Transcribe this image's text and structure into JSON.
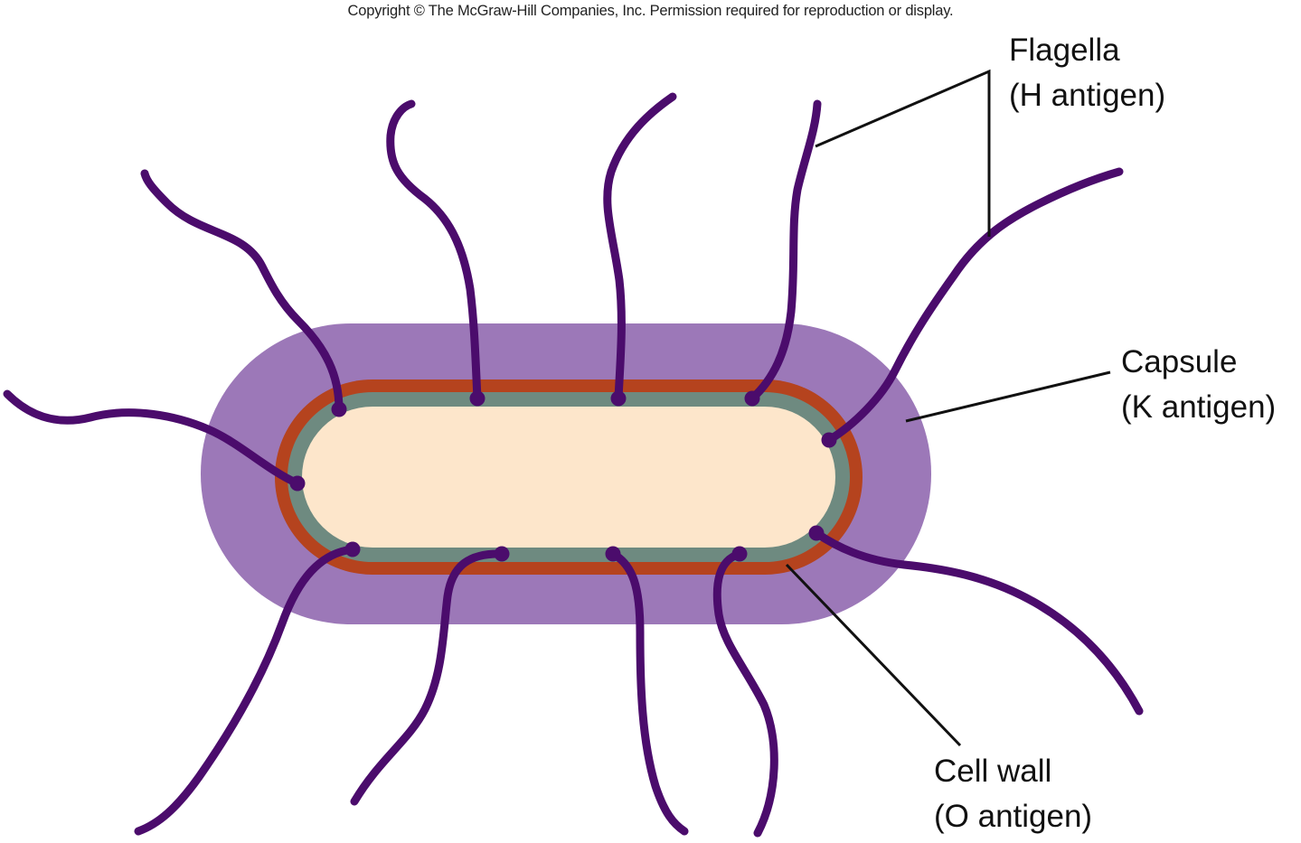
{
  "copyright": "Copyright © The McGraw-Hill Companies, Inc. Permission required for reproduction or display.",
  "labels": {
    "flagella": {
      "name": "Flagella",
      "antigen": "(H antigen)"
    },
    "capsule": {
      "name": "Capsule",
      "antigen": "(K antigen)"
    },
    "cell_wall": {
      "name": "Cell wall",
      "antigen": "(O antigen)"
    }
  },
  "colors": {
    "capsule": "#9c78b8",
    "cell_wall_outer": "#b5431e",
    "cell_wall_inner": "#6e8a80",
    "cytoplasm": "#fde6cb",
    "flagella": "#4b0c6c",
    "leader_line": "#111111"
  }
}
